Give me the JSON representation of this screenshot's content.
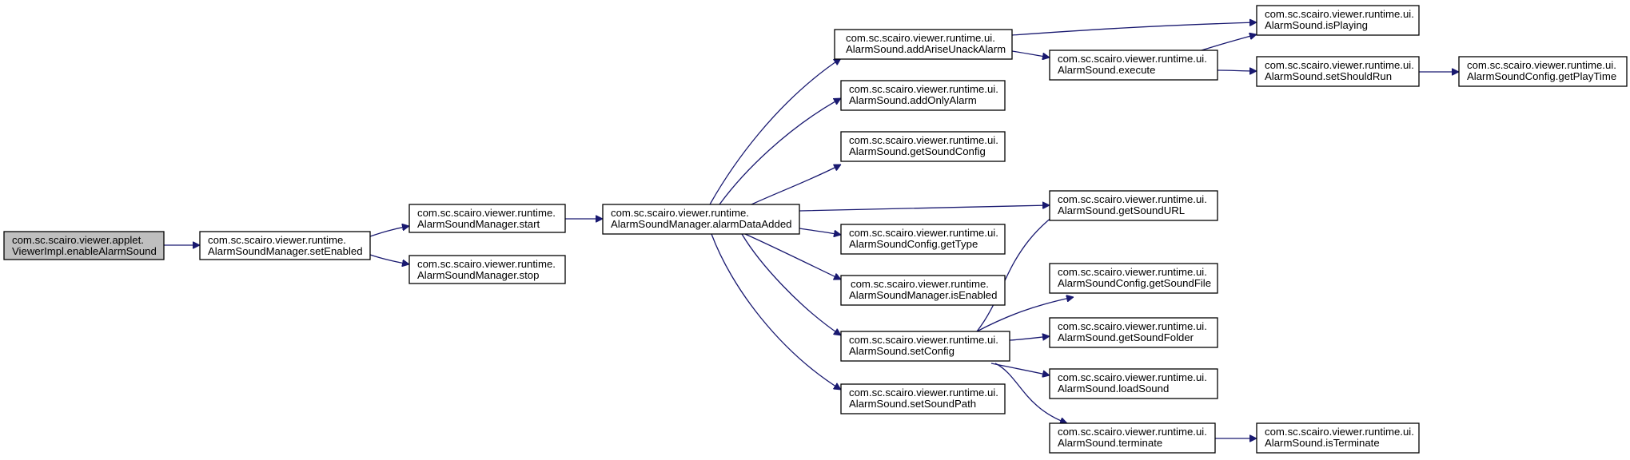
{
  "diagram": {
    "type": "call-graph",
    "colors": {
      "edge": "#191970",
      "node_border": "#000000",
      "root_fill": "#bfbfbf",
      "node_fill": "#ffffff"
    },
    "nodes": [
      {
        "id": "n0",
        "lines": [
          "com.sc.scairo.viewer.applet.",
          "ViewerImpl.enableAlarmSound"
        ],
        "root": true
      },
      {
        "id": "n1",
        "lines": [
          "com.sc.scairo.viewer.runtime.",
          "AlarmSoundManager.setEnabled"
        ]
      },
      {
        "id": "n2",
        "lines": [
          "com.sc.scairo.viewer.runtime.",
          "AlarmSoundManager.start"
        ]
      },
      {
        "id": "n3",
        "lines": [
          "com.sc.scairo.viewer.runtime.",
          "AlarmSoundManager.stop"
        ]
      },
      {
        "id": "n4",
        "lines": [
          "com.sc.scairo.viewer.runtime.",
          "AlarmSoundManager.alarmDataAdded"
        ]
      },
      {
        "id": "n5",
        "lines": [
          "com.sc.scairo.viewer.runtime.ui.",
          "AlarmSound.addAriseUnackAlarm"
        ]
      },
      {
        "id": "n6",
        "lines": [
          "com.sc.scairo.viewer.runtime.ui.",
          "AlarmSound.addOnlyAlarm"
        ]
      },
      {
        "id": "n7",
        "lines": [
          "com.sc.scairo.viewer.runtime.ui.",
          "AlarmSound.getSoundConfig"
        ]
      },
      {
        "id": "n8",
        "lines": [
          "com.sc.scairo.viewer.runtime.ui.",
          "AlarmSoundConfig.getType"
        ]
      },
      {
        "id": "n9",
        "lines": [
          "com.sc.scairo.viewer.runtime.",
          "AlarmSoundManager.isEnabled"
        ]
      },
      {
        "id": "n10",
        "lines": [
          "com.sc.scairo.viewer.runtime.ui.",
          "AlarmSound.setConfig"
        ]
      },
      {
        "id": "n11",
        "lines": [
          "com.sc.scairo.viewer.runtime.ui.",
          "AlarmSound.setSoundPath"
        ]
      },
      {
        "id": "n12",
        "lines": [
          "com.sc.scairo.viewer.runtime.ui.",
          "AlarmSound.execute"
        ]
      },
      {
        "id": "n13",
        "lines": [
          "com.sc.scairo.viewer.runtime.ui.",
          "AlarmSound.getSoundURL"
        ]
      },
      {
        "id": "n14",
        "lines": [
          "com.sc.scairo.viewer.runtime.ui.",
          "AlarmSoundConfig.getSoundFile"
        ]
      },
      {
        "id": "n15",
        "lines": [
          "com.sc.scairo.viewer.runtime.ui.",
          "AlarmSound.getSoundFolder"
        ]
      },
      {
        "id": "n16",
        "lines": [
          "com.sc.scairo.viewer.runtime.ui.",
          "AlarmSound.loadSound"
        ]
      },
      {
        "id": "n17",
        "lines": [
          "com.sc.scairo.viewer.runtime.ui.",
          "AlarmSound.terminate"
        ]
      },
      {
        "id": "n18",
        "lines": [
          "com.sc.scairo.viewer.runtime.ui.",
          "AlarmSound.isPlaying"
        ]
      },
      {
        "id": "n19",
        "lines": [
          "com.sc.scairo.viewer.runtime.ui.",
          "AlarmSound.setShouldRun"
        ]
      },
      {
        "id": "n20",
        "lines": [
          "com.sc.scairo.viewer.runtime.ui.",
          "AlarmSound.isTerminate"
        ]
      },
      {
        "id": "n21",
        "lines": [
          "com.sc.scairo.viewer.runtime.ui.",
          "AlarmSoundConfig.getPlayTime"
        ]
      }
    ],
    "edges": [
      [
        "n0",
        "n1"
      ],
      [
        "n1",
        "n2"
      ],
      [
        "n1",
        "n3"
      ],
      [
        "n2",
        "n4"
      ],
      [
        "n4",
        "n5"
      ],
      [
        "n4",
        "n6"
      ],
      [
        "n4",
        "n7"
      ],
      [
        "n4",
        "n13"
      ],
      [
        "n4",
        "n8"
      ],
      [
        "n4",
        "n9"
      ],
      [
        "n4",
        "n10"
      ],
      [
        "n4",
        "n11"
      ],
      [
        "n5",
        "n18"
      ],
      [
        "n5",
        "n12"
      ],
      [
        "n12",
        "n18"
      ],
      [
        "n12",
        "n19"
      ],
      [
        "n19",
        "n21"
      ],
      [
        "n10",
        "n13"
      ],
      [
        "n10",
        "n14"
      ],
      [
        "n10",
        "n15"
      ],
      [
        "n10",
        "n16"
      ],
      [
        "n10",
        "n17"
      ],
      [
        "n17",
        "n20"
      ]
    ]
  }
}
